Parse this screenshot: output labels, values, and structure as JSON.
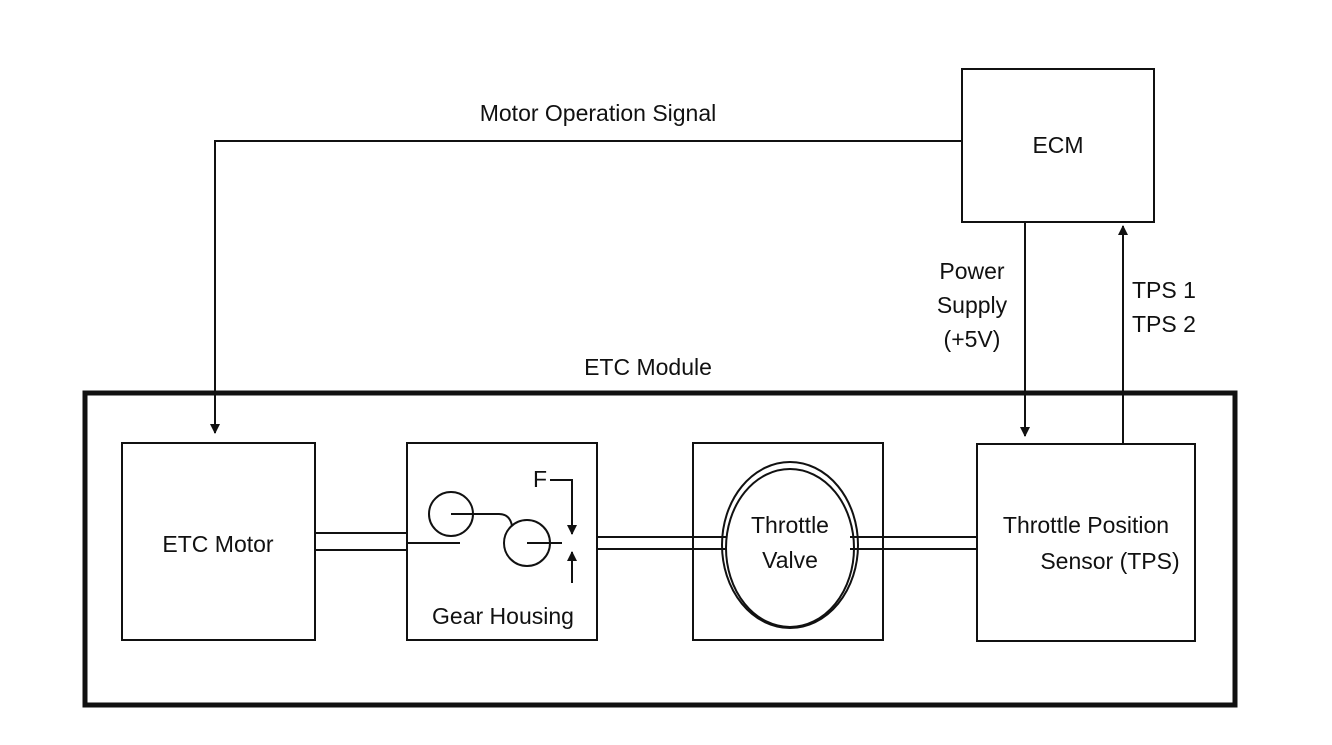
{
  "labels": {
    "motor_operation_signal": "Motor Operation Signal",
    "ecm": "ECM",
    "power_supply_line1": "Power",
    "power_supply_line2": "Supply",
    "power_supply_line3": "(+5V)",
    "tps1": "TPS 1",
    "tps2": "TPS 2",
    "etc_module": "ETC Module",
    "etc_motor": "ETC Motor",
    "gear_housing": "Gear Housing",
    "force_marker": "F",
    "throttle_valve_line1": "Throttle",
    "throttle_valve_line2": "Valve",
    "tps_box_line1": "Throttle Position",
    "tps_box_line2": "Sensor (TPS)"
  },
  "colors": {
    "line": "#111111",
    "background": "#ffffff"
  }
}
